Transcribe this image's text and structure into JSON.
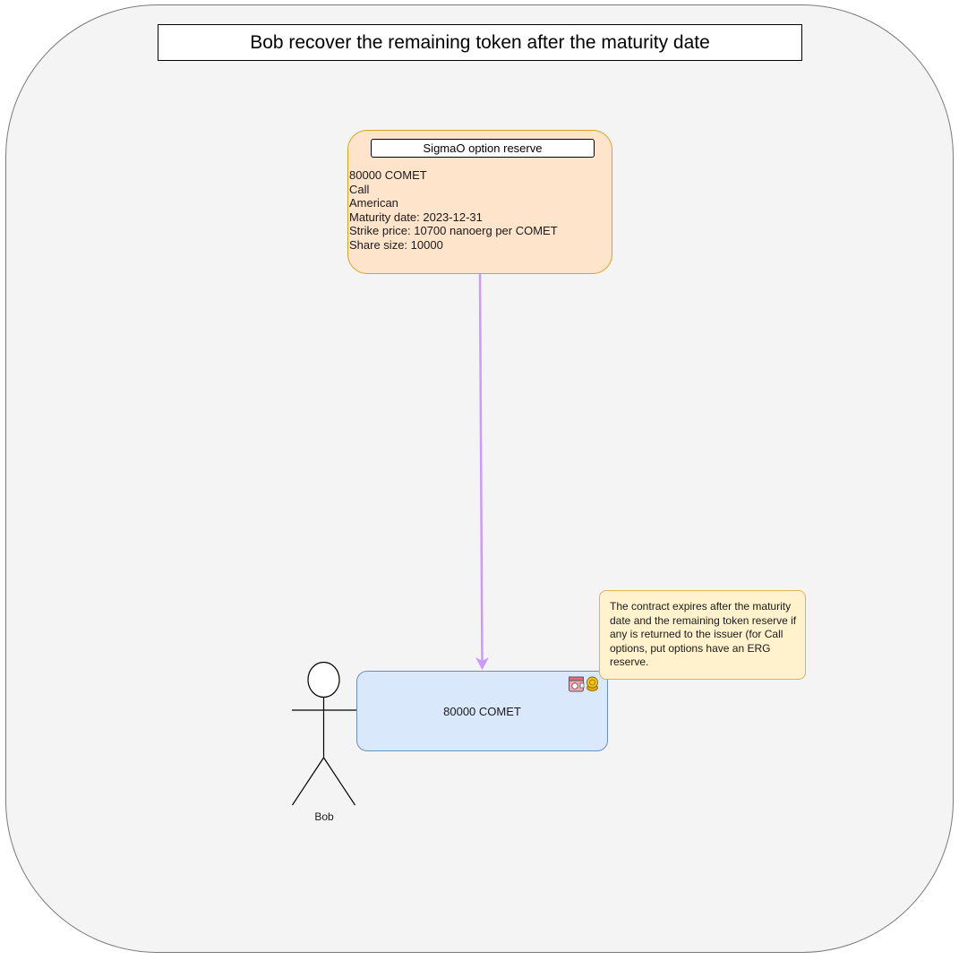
{
  "title": "Bob recover the remaining token after the maturity date",
  "reserve": {
    "label": "SigmaO option reserve",
    "lines": [
      "80000 COMET",
      "Call",
      "American",
      "Maturity date: 2023-12-31",
      "Strike price: 10700 nanoerg per COMET",
      "Share size: 10000"
    ]
  },
  "output": {
    "text": "80000 COMET",
    "icons": [
      "wallet-icon",
      "coin-icon"
    ]
  },
  "note": "The contract expires after the maturity date and the remaining token reserve if any is returned to the issuer (for Call options, put options have an ERG reserve.",
  "actor": {
    "label": "Bob"
  },
  "colors": {
    "reserve_fill": "#ffe4cc",
    "output_fill": "#dae8fc",
    "note_fill": "#fff2cc",
    "arrow": "#cc99ff"
  }
}
